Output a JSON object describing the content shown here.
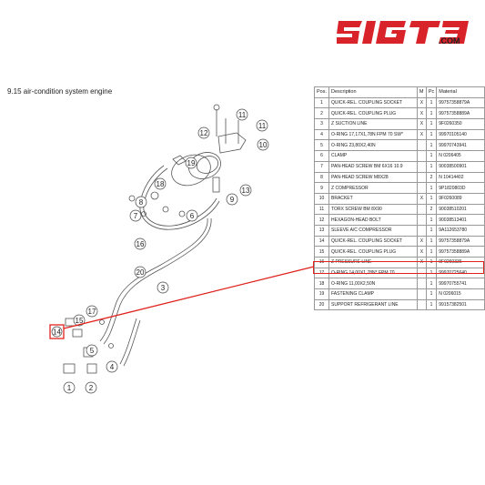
{
  "brand": {
    "logo_text": "SIGT3",
    "logo_suffix": ".COM",
    "color": "#d8232a"
  },
  "section": {
    "title": "9.15  air-condition system engine"
  },
  "table": {
    "headers": {
      "pos": "Pos.",
      "description": "Description",
      "m": "M",
      "pc": "Pc",
      "material": "Material"
    },
    "rows": [
      {
        "pos": "1",
        "description": "QUICK-REL. COUPLING SOCKET",
        "m": "X",
        "pc": "1",
        "material": "99757358879A"
      },
      {
        "pos": "2",
        "description": "QUICK-REL. COUPLING PLUG",
        "m": "X",
        "pc": "1",
        "material": "99757358889A"
      },
      {
        "pos": "3",
        "description": "Z SUCTION LINE",
        "m": "X",
        "pc": "1",
        "material": "9F0260350"
      },
      {
        "pos": "4",
        "description": "O-RING 17,17X1,78N FPM 70 SW*",
        "m": "X",
        "pc": "1",
        "material": "99970105140"
      },
      {
        "pos": "5",
        "description": "O-RING 23,80X2,40N",
        "m": "",
        "pc": "1",
        "material": "99970743941"
      },
      {
        "pos": "6",
        "description": "CLAMP",
        "m": "",
        "pc": "1",
        "material": "N 0206405"
      },
      {
        "pos": "7",
        "description": "PAN-HEAD SCREW BM 6X16 10.9",
        "m": "",
        "pc": "1",
        "material": "90038500901"
      },
      {
        "pos": "8",
        "description": "PAN-HEAD SCREW M8X28",
        "m": "",
        "pc": "2",
        "material": "N 10414402"
      },
      {
        "pos": "9",
        "description": "Z COMPRESSOR",
        "m": "",
        "pc": "1",
        "material": "9P1820803D"
      },
      {
        "pos": "10",
        "description": "BRACKET",
        "m": "X",
        "pc": "1",
        "material": "9F0260089"
      },
      {
        "pos": "11",
        "description": "TORX SCREW BM 8X90",
        "m": "",
        "pc": "2",
        "material": "90038510201"
      },
      {
        "pos": "12",
        "description": "HEXAGON-HEAD BOLT",
        "m": "",
        "pc": "1",
        "material": "90038513401"
      },
      {
        "pos": "13",
        "description": "SLEEVE A/C COMPRESSOR",
        "m": "",
        "pc": "1",
        "material": "9A112653780"
      },
      {
        "pos": "14",
        "description": "QUICK-REL. COUPLING SOCKET",
        "m": "X",
        "pc": "1",
        "material": "99757358879A"
      },
      {
        "pos": "15",
        "description": "QUICK-REL. COUPLING PLUG",
        "m": "X",
        "pc": "1",
        "material": "99757358889A"
      },
      {
        "pos": "16",
        "description": "Z PRESSURE LINE",
        "m": "X",
        "pc": "1",
        "material": "9F0260336"
      },
      {
        "pos": "17",
        "description": "O-RING 14,00X1,78N* FPM 70",
        "m": "",
        "pc": "1",
        "material": "99970725640"
      },
      {
        "pos": "18",
        "description": "O-RING 11,00X2,50N",
        "m": "",
        "pc": "1",
        "material": "99970755741"
      },
      {
        "pos": "19",
        "description": "FASTENING CLAMP",
        "m": "",
        "pc": "1",
        "material": "N 0206015"
      },
      {
        "pos": "20",
        "description": "SUPPORT REFRIGERANT LINE",
        "m": "",
        "pc": "1",
        "material": "99157382501"
      }
    ],
    "highlight_pos": "14",
    "highlight_color": "#e0221b"
  },
  "diagram": {
    "callouts": [
      "1",
      "2",
      "3",
      "4",
      "5",
      "6",
      "7",
      "8",
      "9",
      "10",
      "11",
      "11",
      "12",
      "13",
      "14",
      "15",
      "16",
      "17",
      "18",
      "19",
      "20"
    ]
  }
}
